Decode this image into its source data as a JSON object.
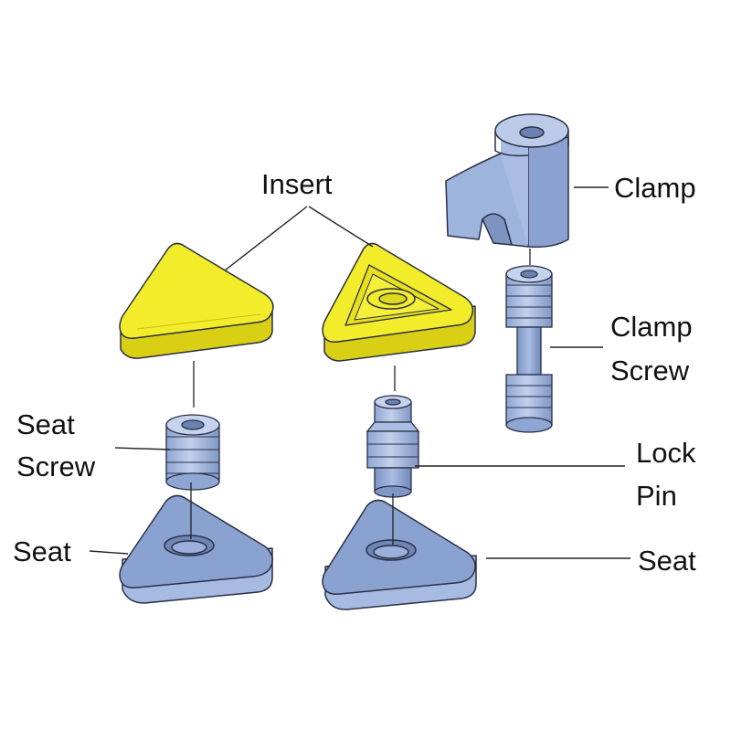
{
  "labels": {
    "insert": "Insert",
    "clamp": "Clamp",
    "clamp_screw_1": "Clamp",
    "clamp_screw_2": "Screw",
    "seat_screw_1": "Seat",
    "seat_screw_2": "Screw",
    "lock_pin_1": "Lock",
    "lock_pin_2": "Pin",
    "seat_left": "Seat",
    "seat_right": "Seat"
  },
  "colors": {
    "insert_fill": "#f2ec2a",
    "insert_side": "#d9cf14",
    "part_fill": "#9db4dd",
    "part_dark": "#7f96c4",
    "part_light": "#bccbe8",
    "seat_top": "#8aa2d0",
    "seat_side": "#a7bbe2",
    "outline": "#2a2f45",
    "leader": "#222222"
  }
}
